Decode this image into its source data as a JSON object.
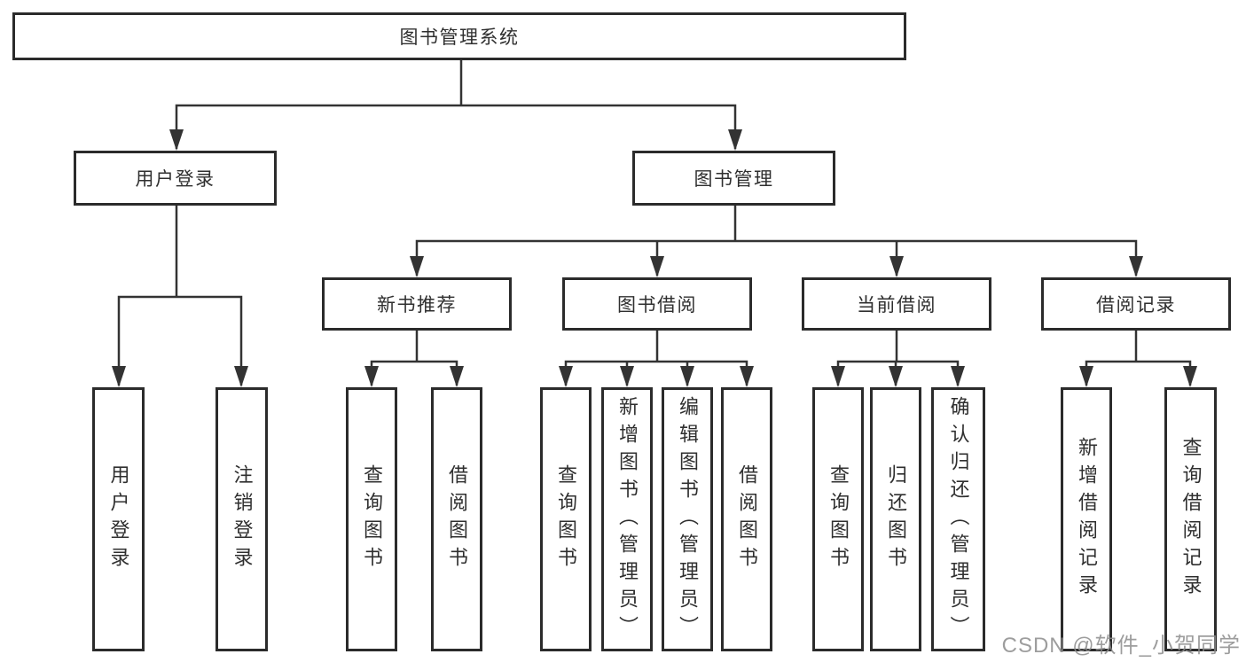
{
  "diagram": {
    "root": "图书管理系统",
    "level2": [
      {
        "label": "用户登录",
        "children": [
          "用户登录",
          "注销登录"
        ]
      },
      {
        "label": "图书管理",
        "children": [
          {
            "label": "新书推荐",
            "children": [
              "查询图书",
              "借阅图书"
            ]
          },
          {
            "label": "图书借阅",
            "children": [
              "查询图书",
              "新增图书（管理员）",
              "编辑图书（管理员）",
              "借阅图书"
            ]
          },
          {
            "label": "当前借阅",
            "children": [
              "查询图书",
              "归还图书",
              "确认归还（管理员）"
            ]
          },
          {
            "label": "借阅记录",
            "children": [
              "新增借阅记录",
              "查询借阅记录"
            ]
          }
        ]
      }
    ]
  },
  "watermark": {
    "text": "CSDN @软件_小贺同学"
  },
  "colors": {
    "line": "#333333",
    "box_border": "#2b2b2b",
    "text": "#2f2f2f",
    "watermark": "#8c8c8c",
    "background": "#ffffff"
  }
}
